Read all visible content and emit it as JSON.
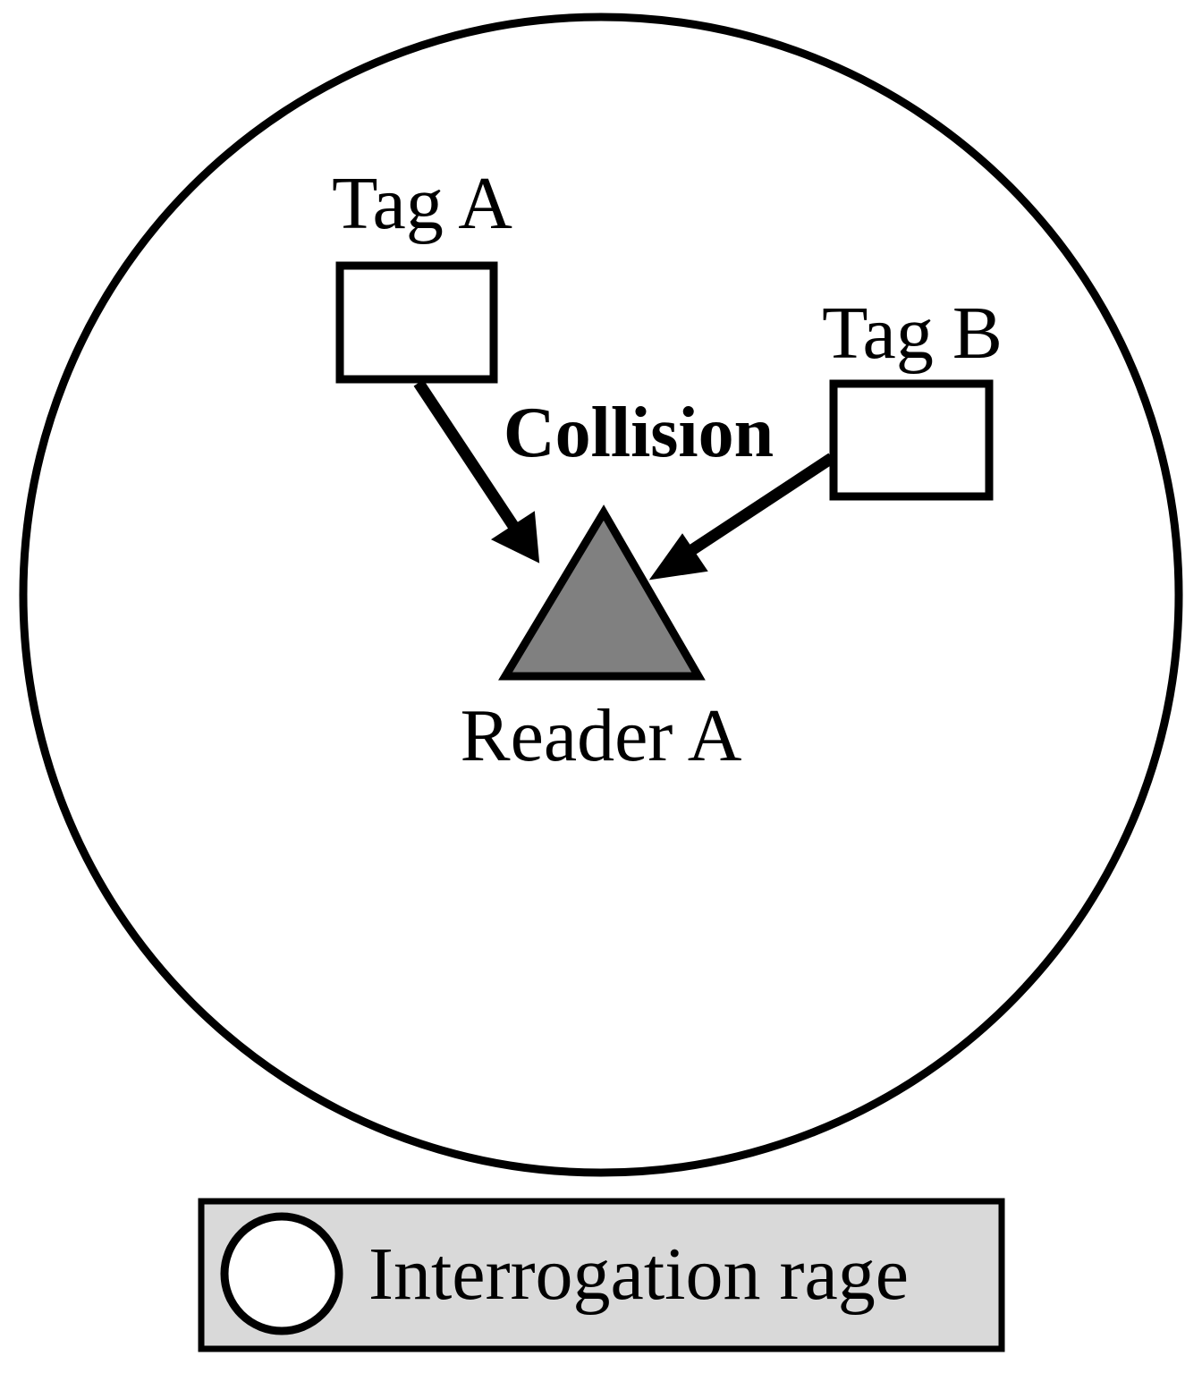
{
  "labels": {
    "tag_a": "Tag A",
    "tag_b": "Tag B",
    "collision": "Collision",
    "reader_a": "Reader A"
  },
  "legend": {
    "interrogation_range": "Interrogation rage"
  },
  "colors": {
    "stroke": "#000000",
    "background": "#ffffff",
    "reader_fill": "#808080",
    "legend_fill": "#d9d9d9"
  }
}
